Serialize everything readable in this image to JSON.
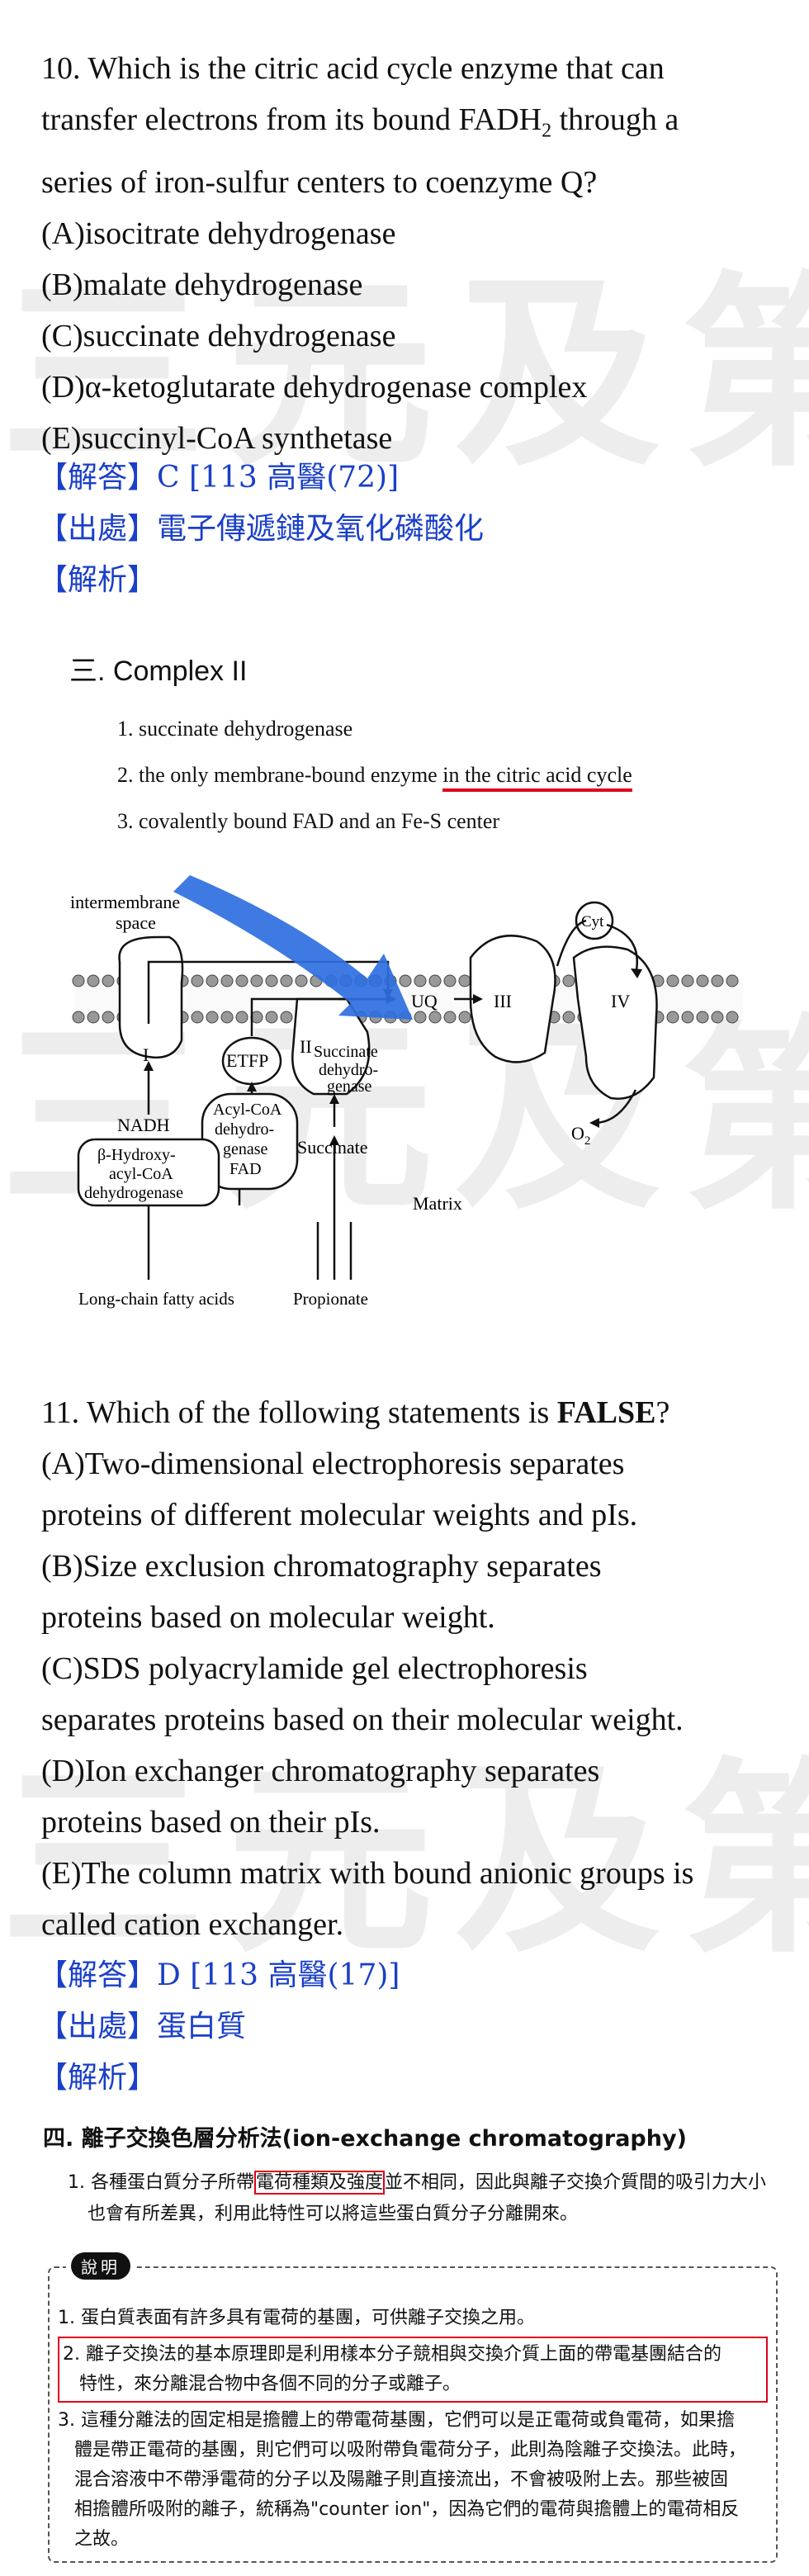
{
  "watermark": {
    "text": "三元及第"
  },
  "q10": {
    "lines": [
      "10.   Which is the citric acid cycle enzyme that can",
      "transfer electrons from its bound FADH",
      " through a",
      "series of iron-sulfur centers to coenzyme Q?"
    ],
    "sub2": "2",
    "options": [
      "(A)isocitrate dehydrogenase",
      "(B)malate dehydrogenase",
      "(C)succinate dehydrogenase",
      "(D)α-ketoglutarate dehydrogenase complex",
      "(E)succinyl-CoA synthetase"
    ],
    "answer": "【解答】C      [113 高醫(72)]",
    "source": "【出處】電子傳遞鏈及氧化磷酸化",
    "analysis": "【解析】"
  },
  "complex2": {
    "title": "三. Complex II",
    "items": [
      "1. succinate dehydrogenase",
      "2. the only membrane-bound enzyme ",
      "in the citric acid cycle",
      "3. covalently bound FAD and an Fe-S center"
    ],
    "diagram": {
      "intermembrane": "intermembrane",
      "space": "space",
      "I": "I",
      "ETFP": "ETFP",
      "II": "II",
      "succinate_dh": [
        "Succinate",
        "dehydro-",
        "genase"
      ],
      "UQ": "UQ",
      "III": "III",
      "Cyt": "Cyt",
      "IV": "IV",
      "O2": "O",
      "O2sub": "2",
      "NADH": "NADH",
      "acyl": [
        "Acyl-CoA",
        "dehydro-",
        "genase",
        "FAD"
      ],
      "succinate": "Succinate",
      "beta": [
        "β-Hydroxy-",
        "acyl-CoA",
        "dehydrogenase"
      ],
      "matrix": "Matrix",
      "lcfa": "Long-chain fatty acids",
      "propionate": "Propionate"
    }
  },
  "q11": {
    "line1_pre": "11.  Which of the following statements is ",
    "line1_bold": "FALSE",
    "line1_post": "?",
    "lines": [
      "(A)Two-dimensional electrophoresis separates",
      "proteins of different molecular weights and pIs.",
      "(B)Size exclusion chromatography separates",
      "proteins based on molecular weight.",
      "(C)SDS polyacrylamide gel electrophoresis",
      "separates proteins based on their molecular weight.",
      "(D)Ion exchanger chromatography separates",
      "proteins based on their pIs.",
      "(E)The column matrix with bound anionic groups is",
      "called cation exchanger."
    ],
    "answer": "【解答】D       [113 高醫(17)]",
    "source": "【出處】蛋白質",
    "analysis": "【解析】"
  },
  "ionex": {
    "title": "四. 離子交換色層分析法(ion-exchange chromatography)",
    "p1_pre": "1. 各種蛋白質分子所帶",
    "p1_box": "電荷種類及強度",
    "p1_post": "並不相同，因此與離子交換介質間的吸引力大小",
    "p1_line2": "也會有所差異，利用此特性可以將這些蛋白質分子分離開來。",
    "note_label": "說明",
    "notes": [
      "1. 蛋白質表面有許多具有電荷的基團，可供離子交換之用。",
      "2. 離子交換法的基本原理即是利用樣本分子競相與交換介質上面的帶電基團結合的",
      "特性，來分離混合物中各個不同的分子或離子。",
      "3. 這種分離法的固定相是擔體上的帶電荷基團，它們可以是正電荷或負電荷，如果擔",
      "體是帶正電荷的基團，則它們可以吸附帶負電荷分子，此則為陰離子交換法。此時，",
      "混合溶液中不帶淨電荷的分子以及陽離子則直接流出，不會被吸附上去。那些被固",
      "相擔體所吸附的離子，統稱為\"counter ion\"，因為它們的電荷與擔體上的電荷相反",
      "之故。"
    ]
  },
  "colors": {
    "answer_blue": "#1a3fc8",
    "highlight_red": "#e0001b",
    "arrow_blue": "#2f6fe0"
  }
}
